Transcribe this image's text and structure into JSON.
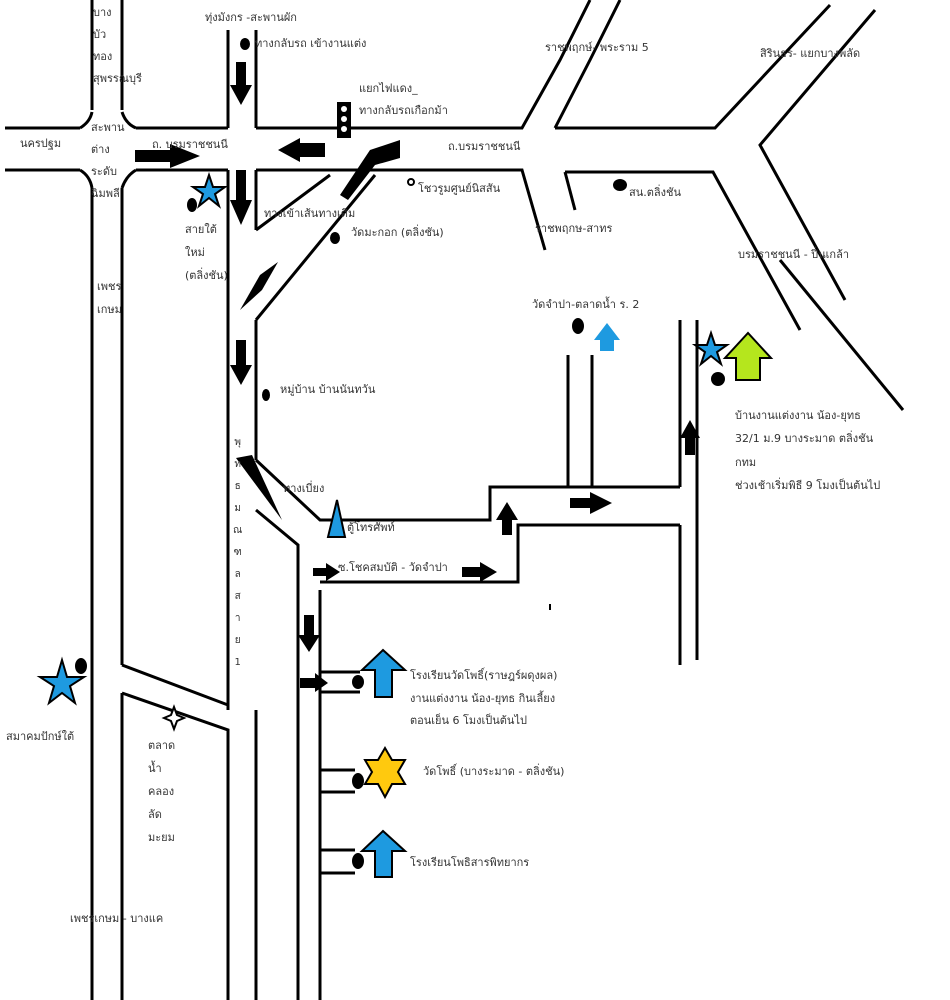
{
  "map": {
    "colors": {
      "road": "#000000",
      "blue_marker": "#1e9ae0",
      "lime_marker": "#b5e61d",
      "yellow_marker": "#ffc90e",
      "phone_booth": "#1e9ae0"
    },
    "labels": {
      "bang_bua_thong": "บาง\nบัว\nทอง\nสุพรรณบุรี",
      "thung_mangkon": "ทุ่งมังกร -สะพานผัก",
      "return_route_wedding": "ทางกลับรถ เข้างานแต่ง",
      "traffic_light_junction": "แยกไฟแดง_",
      "return_route_kiak_ma": "ทางกลับรถเกือกม้า",
      "ratchaphruek_rama5": "ราชพฤกษ์- พระราม 5",
      "sirindhorn_bang_phlat": "สิรินธร- แยกบางพลัด",
      "nakhon_pathom": "นครปฐม",
      "interchange_bridge": "สะพาน\nต่าง\nระดับ\nฉิมพลี",
      "borommaratchachonnani_west": "ถ. บรมราชชนนี",
      "borommaratchachonnani_east": "ถ.บรมราชชนนี",
      "nissan_showroom": "โชวรูมศูนย์นิสสัน",
      "taling_chan_district": "สน.ตลิ่งชัน",
      "new_southern_terminal": "สายใต้\nใหม่\n(ตลิ่งชัน)",
      "old_route_entrance": "ทางเข้าเส้นทางเดิม",
      "wat_makok": "วัดมะกอก (ตลิ่งชัน)",
      "ratchaphruek_sathorn": "ราชพฤกษ-สาทร",
      "boromma_pinklao": "บรมราชชนนี - ปิ่นเกล้า",
      "phetkasem": "เพชร\nเกษม",
      "wat_champa_market": "วัดจำปา-ตลาดน้ำ ร. 2",
      "ban_nanthawan": "หมู่บ้าน บ้านนันทวัน",
      "wedding_house_line1": "บ้านงานแต่งงาน น้อง-ยุทธ",
      "wedding_house_line2": "32/1 ม.9 บางระมาด ตลิ่งชัน",
      "wedding_house_line3": "กทม",
      "wedding_house_line4": "ช่วงเช้าเริ่มพิธี 9 โมงเป็นต้นไป",
      "phutthamonthon": "พุ\nท\nธ\nม\nณ\nฑ\nล\nส\nา\nย\n1",
      "diversion": "ทางเบี่ยง",
      "phone_booth": "ตู้โทรศัพท์",
      "soi_chok_sombat": "ซ.โชคสมบัติ  -  วัดจำปา",
      "school_wat_pho_line1": "โรงเรียนวัดโพธิ์(ราษฎร์ผดุงผล)",
      "school_wat_pho_line2": "งานแต่งงาน น้อง-ยุทธ กินเลี้ยง",
      "school_wat_pho_line3": "ตอนเย็น 6 โมงเป็นต้นไป",
      "wat_pho": "วัดโพธิ์ (บางระมาด - ตลิ่งชัน)",
      "school_phothisan": "โรงเรียนโพธิสารพิทยากร",
      "southern_bird_association": "สมาคมปักษ์ใต้",
      "khlong_lat_mayom_market": "ตลาด\nน้ำ\nคลอง\nลัด\nมะยม",
      "phetkasem_bang_khae": "เพชรเกษม - บางแค"
    }
  }
}
